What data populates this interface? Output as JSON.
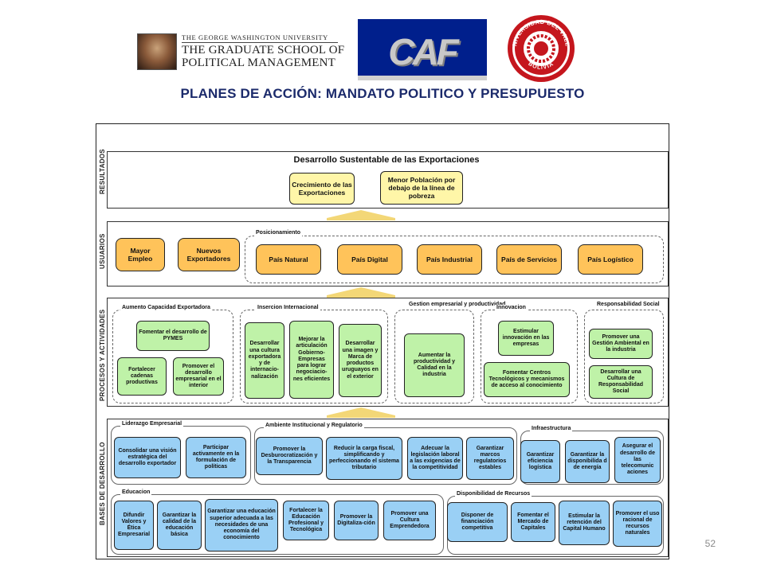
{
  "logos": {
    "gwu": {
      "line1": "THE GEORGE WASHINGTON UNIVERSITY",
      "line2": "THE GRADUATE SCHOOL OF",
      "line3": "POLITICAL MANAGEMENT"
    },
    "caf": {
      "text": "CAF",
      "bg_color": "#001f8c"
    },
    "univalle": {
      "top_text": "UNIVERSIDAD DEL VALLE",
      "bottom_text": "BOLIVIA",
      "color": "#c5161d"
    }
  },
  "title": "PLANES DE ACCIÓN: MANDATO POLITICO Y PRESUPUESTO",
  "bands": {
    "resultados": "RESULTADOS",
    "usuarios": "USUARIOS",
    "procesos": "PROCESOS Y ACTIVIDADES",
    "bases": "BASES DE DESARROLLO"
  },
  "resultados": {
    "title": "Desarrollo Sustentable de las Exportaciones",
    "boxes": [
      "Crecimiento de las Exportaciones",
      "Menor Población por debajo de la línea de pobreza"
    ]
  },
  "usuarios": {
    "left_boxes": [
      "Mayor Empleo",
      "Nuevos Exportadores"
    ],
    "posicionamiento_label": "Posicionamiento",
    "paises": [
      "País Natural",
      "País Digital",
      "País Industrial",
      "País de Servicios",
      "País Logístico"
    ]
  },
  "procesos": {
    "groups": [
      {
        "label": "Aumento Capacidad Exportadora",
        "boxes": [
          "Fomentar el desarrollo de PYMES",
          "Fortalecer cadenas productivas",
          "Promover el desarrollo empresarial en el interior"
        ]
      },
      {
        "label": "Insercion Internacional",
        "boxes": [
          "Desarrollar una cultura exportadora y de internacio-nalización",
          "Mejorar la articulación Gobierno-Empresas para lograr negociacio-nes eficientes",
          "Desarrollar una imagen y Marca de productos uruguayos en el exterior"
        ]
      },
      {
        "label": "Gestion empresarial y productividad",
        "boxes": [
          "Aumentar la productividad y Calidad en la industria"
        ]
      },
      {
        "label": "Innovacion",
        "boxes": [
          "Estimular innovación en las empresas",
          "Fomentar Centros Tecnológicos y mecanismos de acceso al conocimiento"
        ]
      },
      {
        "label": "Responsabilidad Social",
        "boxes": [
          "Promover una Gestión Ambiental en la industria",
          "Desarrollar una Cultura de Responsabilidad Social"
        ]
      }
    ]
  },
  "bases": {
    "groups": [
      {
        "label": "Liderazgo Empresarial",
        "boxes": [
          "Consolidar una visión estratégica del desarrollo exportador",
          "Participar activamente en la formulación de políticas"
        ]
      },
      {
        "label": "Ambiente Institucional y Regulatorio",
        "boxes": [
          "Promover la Desburocratización y la Transparencia",
          "Reducir la carga fiscal, simplificando y perfeccionando el sistema tributario",
          "Adecuar la legislación laboral a las exigencias de la competitividad",
          "Garantizar marcos regulatorios estables"
        ]
      },
      {
        "label": "Infraestructura",
        "boxes": [
          "Garantizar eficiencia logística",
          "Garantizar la disponibilida d de energía",
          "Asegurar el desarrollo de las telecomunic aciones"
        ]
      },
      {
        "label": "Educacion",
        "boxes": [
          "Difundir Valores y Ética Empresarial",
          "Garantizar la calidad de la educación básica",
          "Garantizar una educación superior adecuada a las necesidades de una economía del conocimiento",
          "Fortalecer la Educación Profesional y Tecnológica",
          "Promover la Digitaliza-ción",
          "Promover una Cultura Emprendedora"
        ]
      },
      {
        "label": "Disponibilidad de Recursos",
        "boxes": [
          "Disponer de financiación competitiva",
          "Fomentar el Mercado de Capitales",
          "Estimular la retención del Capital Humano",
          "Promover el uso racional de recursos naturales"
        ]
      }
    ]
  },
  "page_number": "52",
  "colors": {
    "title": "#1b2a6b",
    "resultados_box": "#fff6a8",
    "usuarios_box": "#ffc35a",
    "procesos_box": "#bff2a8",
    "bases_box": "#9ad0f5",
    "arrow": "#f3d777"
  }
}
